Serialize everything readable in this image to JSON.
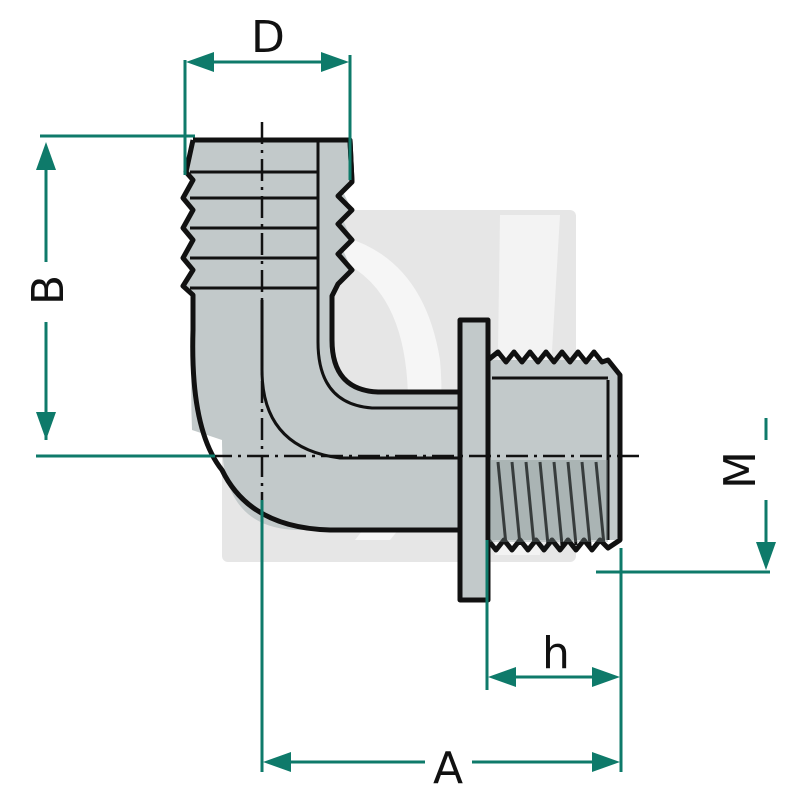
{
  "diagram": {
    "dimension_labels": {
      "D": "D",
      "B": "B",
      "M": "M",
      "h": "h",
      "A": "A"
    },
    "colors": {
      "dimension_lines": "#0e7a6a",
      "body": "#c2c9ca",
      "outline": "#111111",
      "background": "#ffffff"
    }
  }
}
